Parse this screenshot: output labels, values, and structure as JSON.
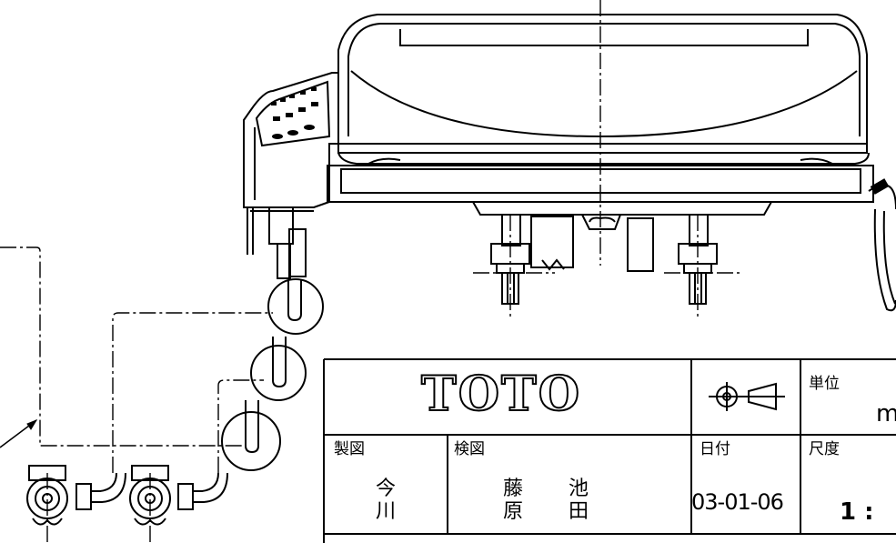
{
  "title_block": {
    "logo": "TOTO",
    "projection_symbol": "third-angle-projection-icon",
    "unit_label": "単位",
    "unit_value": "m",
    "drafter_label": "製図",
    "drafter_name_1": "今",
    "drafter_name_2": "川",
    "checker_label": "検図",
    "checker_a_1": "藤",
    "checker_a_2": "原",
    "checker_b_1": "池",
    "checker_b_2": "田",
    "date_label": "日付",
    "date_value": "03-01-06",
    "scale_label": "尺度",
    "scale_value": "1 :"
  }
}
